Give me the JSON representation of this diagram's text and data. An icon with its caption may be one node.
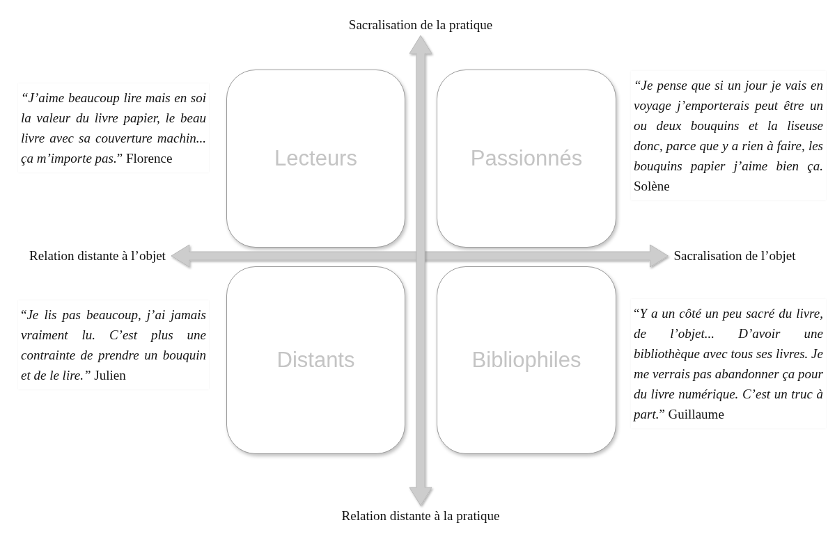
{
  "diagram": {
    "nodes": [
      {
        "text": [
          "Sacralisation de la pratique"
        ]
      },
      {
        "text": [
          "Lecteurs"
        ]
      },
      {
        "text": [
          "Passionnés"
        ]
      },
      {
        "text": [
          "Relation distante à l’objet"
        ]
      },
      {
        "text": [
          "Sacralisation de l’objet"
        ]
      },
      {
        "text": [
          "Distants"
        ]
      },
      {
        "text": [
          "Bibliophiles"
        ]
      },
      {
        "text": [
          "Relation distante à la pratique"
        ]
      }
    ],
    "edges": [
      {
        "from": 3,
        "to": 4,
        "arrow": "both",
        "style": "thick"
      },
      {
        "from": 0,
        "to": 7,
        "arrow": "both",
        "style": "thick"
      }
    ],
    "labels": [
      "*“J’aime beaucoup lire mais en soi la valeur du livre papier, le beau livre avec sa couverture machin... ça m’importe pas.*” Florence",
      "*“Je pense que si un jour je vais en voyage j’emporterais peut être un ou deux bouquins et la liseuse donc, parce que y a rien à faire, les bouquins papier j’aime bien ça.* Solène",
      "“*Je lis pas beaucoup, j’ai jamais vraiment lu. C’est plus une contrainte de prendre un bouquin et de le lire.”* Julien",
      "“*Y a un côté un peu sacré du livre, de l’objet... D’avoir une bibliothèque avec tous ses livres. Je me verrais pas abandonner ça pour du livre numérique. C’est un truc à part.*” Guillaume"
    ]
  }
}
